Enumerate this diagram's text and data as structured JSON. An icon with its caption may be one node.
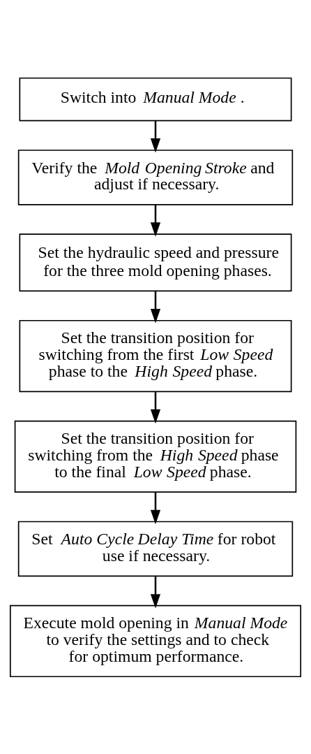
{
  "diagram": {
    "nodes": [
      {
        "text": [
          "Switch into *Manual Mode*."
        ]
      },
      {
        "text": [
          "Verify the *Mold Opening Stroke* and adjust if necessary."
        ]
      },
      {
        "text": [
          "Set the hydraulic speed and pressure for the three mold opening phases."
        ]
      },
      {
        "text": [
          "Set the transition position for switching from the first *Low Speed* phase to the *High Speed* phase."
        ]
      },
      {
        "text": [
          "Set the transition position for switching from the *High Speed* phase to the final *Low Speed* phase."
        ]
      },
      {
        "text": [
          "Set *Auto Cycle Delay Time* for robot use if necessary."
        ]
      },
      {
        "text": [
          "Execute mold opening in *Manual Mode* to verify the settings and to check for optimum performance."
        ]
      }
    ],
    "edges": [
      {
        "from": 0,
        "to": 1,
        "arrow": "to"
      },
      {
        "from": 1,
        "to": 2,
        "arrow": "to"
      },
      {
        "from": 2,
        "to": 3,
        "arrow": "to"
      },
      {
        "from": 3,
        "to": 4,
        "arrow": "to"
      },
      {
        "from": 4,
        "to": 5,
        "arrow": "to"
      },
      {
        "from": 5,
        "to": 6,
        "arrow": "to"
      }
    ]
  }
}
